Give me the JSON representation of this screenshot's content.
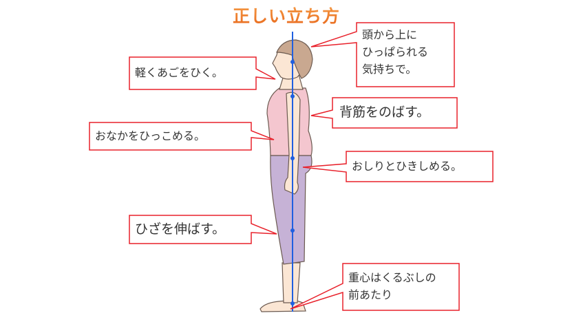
{
  "title": "正しい立ち方",
  "colors": {
    "title": "#f07c2a",
    "callout_border": "#e8202a",
    "axis_line": "#1f5fe0",
    "top": "#f4c6cf",
    "pants": "#c6b2d6",
    "skin": "#fbe6d4",
    "hair": "#c9a890"
  },
  "callouts": [
    {
      "lines": [
        "頭から上に",
        "ひっぱられる",
        "気持ちで。"
      ]
    },
    {
      "lines": [
        "軽くあごをひく。"
      ]
    },
    {
      "lines": [
        "背筋をのばす。"
      ]
    },
    {
      "lines": [
        "おなかをひっこめる。"
      ]
    },
    {
      "lines": [
        "おしりとひきしめる。"
      ]
    },
    {
      "lines": [
        "ひざを伸ばす。"
      ]
    },
    {
      "lines": [
        "重心はくるぶしの",
        "前あたり"
      ]
    }
  ]
}
